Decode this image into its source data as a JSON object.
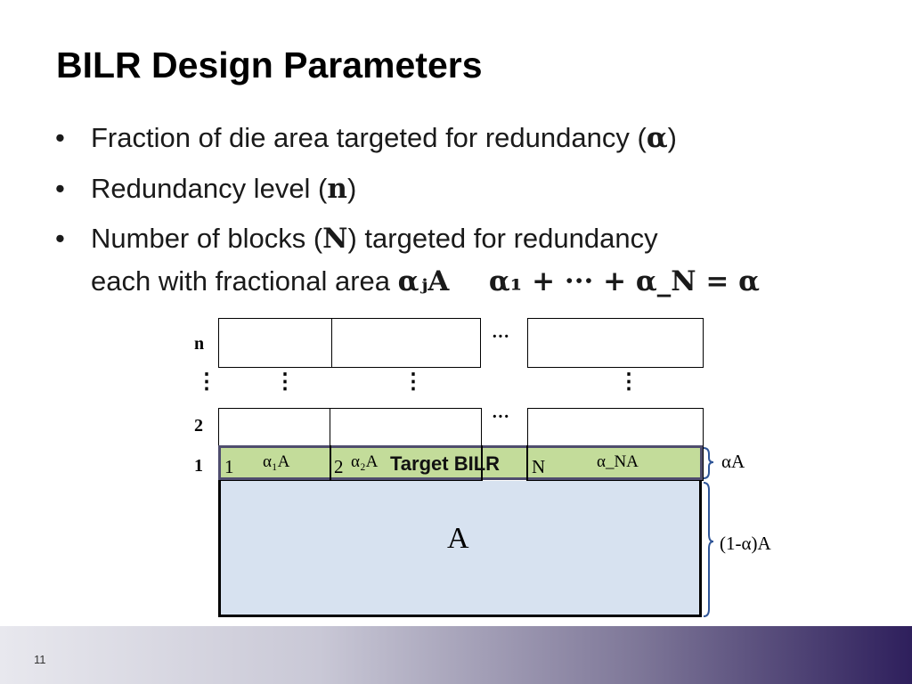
{
  "title": "BILR Design Parameters",
  "bullets": [
    {
      "text": "Fraction of die area targeted for redundancy (",
      "sym": "α",
      "tail": ")"
    },
    {
      "text": "Redundancy level (",
      "sym": "n",
      "tail": ")"
    },
    {
      "text": "Number of blocks (",
      "sym": "N",
      "tail": ") targeted for redundancy"
    }
  ],
  "bullet3_line2": "each with fractional area ",
  "bullet3_area": "αⱼA",
  "bullet3_equation": "α₁ + ··· + α_N = α",
  "bullet_char": "•",
  "diagram": {
    "row_labels": [
      "n",
      "⋮",
      "2",
      "1"
    ],
    "dots_h": "···",
    "dots_v": "⋮",
    "block_numbers": [
      "1",
      "2",
      "N"
    ],
    "block_areas": [
      "α₁A",
      "α₂A",
      "α_NA"
    ],
    "target_label": "Target BILR",
    "remaining_label": "A",
    "brace_top": "αA",
    "brace_bottom": "(1-α)A",
    "colors": {
      "target_fill": "#c3dc9a",
      "target_border": "#4f4d6e",
      "base_fill": "#d7e2f0"
    }
  },
  "page_number": "11"
}
